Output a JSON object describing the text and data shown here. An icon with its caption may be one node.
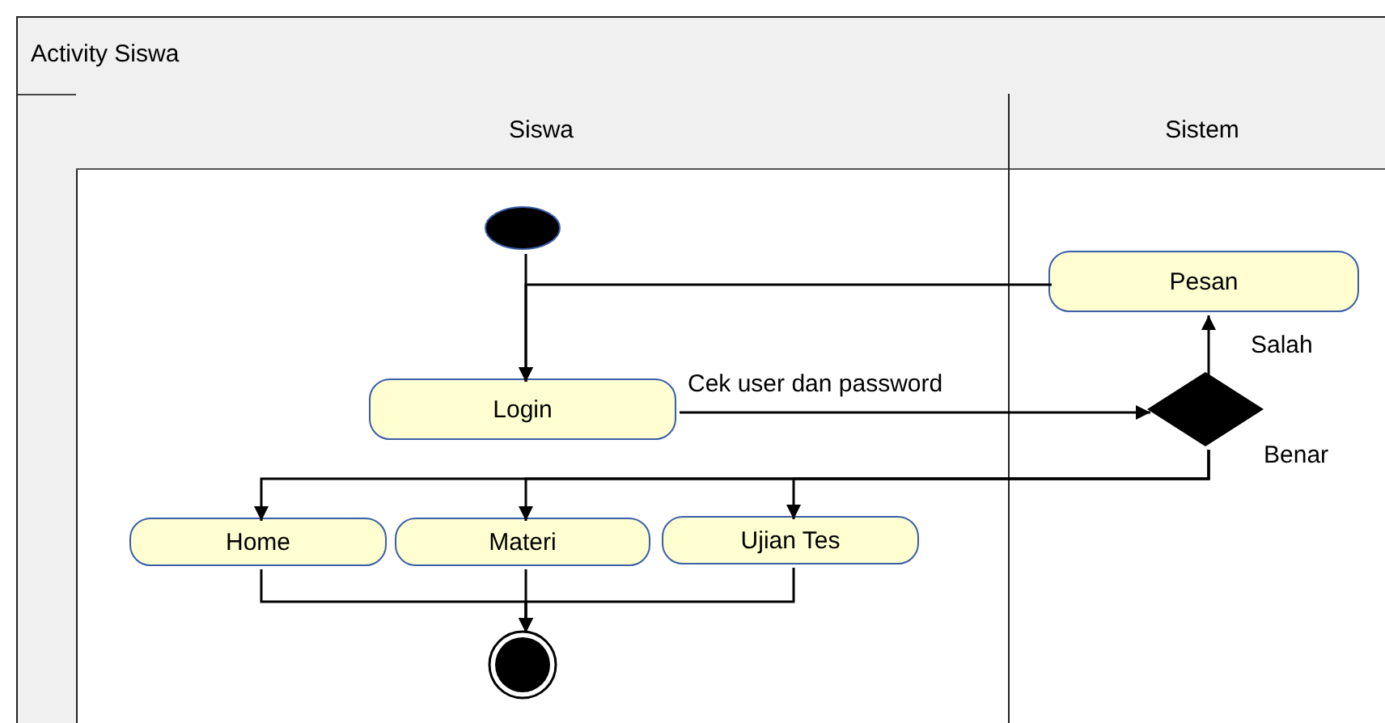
{
  "diagram": {
    "nodes": [
      {
        "text": [
          "Activity Siswa"
        ]
      },
      {
        "text": [
          "Siswa"
        ],
        "in": 0
      },
      {
        "text": [
          "Sistem"
        ],
        "in": 0
      },
      {
        "text": [],
        "shape": "circle",
        "in": 1
      },
      {
        "text": [
          "Pesan"
        ],
        "in": 2
      },
      {
        "text": [
          "Login"
        ],
        "in": 1
      },
      {
        "text": [],
        "shape": "diamond",
        "in": 2
      },
      {
        "text": [
          "Home"
        ],
        "in": 1
      },
      {
        "text": [
          "Materi"
        ],
        "in": 1
      },
      {
        "text": [
          "Ujian Tes"
        ],
        "in": 1
      },
      {
        "text": [],
        "shape": "circle",
        "in": 1
      }
    ],
    "edges": [
      {
        "from": 3,
        "to": 5,
        "arrow": "to"
      },
      {
        "from": 5,
        "to": 6,
        "arrow": "to",
        "label": "Cek user dan password"
      },
      {
        "from": 6,
        "to": 4,
        "arrow": "to",
        "label": "Salah"
      },
      {
        "from": 4,
        "to": 5,
        "arrow": "to"
      },
      {
        "from": 6,
        "to": 7,
        "arrow": "to",
        "label": "Benar"
      },
      {
        "from": 6,
        "to": 8,
        "arrow": "to"
      },
      {
        "from": 6,
        "to": 9,
        "arrow": "to"
      },
      {
        "from": 7,
        "to": 10,
        "arrow": "to"
      },
      {
        "from": 8,
        "to": 10,
        "arrow": "to"
      },
      {
        "from": 9,
        "to": 10,
        "arrow": "to"
      }
    ]
  }
}
